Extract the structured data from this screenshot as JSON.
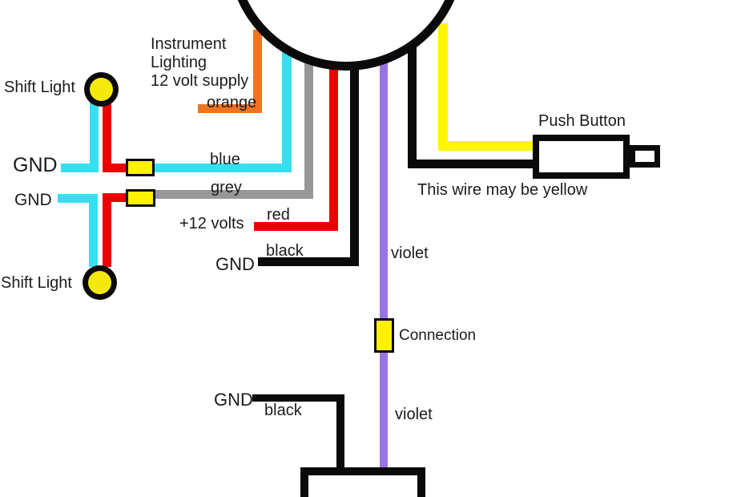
{
  "labels": {
    "shift_light_top": "Shift Light",
    "instrument_line1": "Instrument",
    "instrument_line2": "Lighting",
    "instrument_line3": "12 volt supply",
    "orange": "orange",
    "gnd_1": "GND",
    "blue": "blue",
    "grey": "grey",
    "gnd_2": "GND",
    "plus_12_volts": "+12 volts",
    "red": "red",
    "black_1": "black",
    "gnd_3": "GND",
    "violet_1": "violet",
    "shift_light_bottom": "Shift Light",
    "push_button": "Push Button",
    "yellow_note": "This wire may be yellow",
    "connection": "Connection",
    "gnd_4": "GND",
    "black_2": "black",
    "violet_2": "violet"
  },
  "colors": {
    "wire_orange": "#ee7420",
    "wire_cyan": "#36dff0",
    "wire_grey": "#979797",
    "wire_red": "#ee0000",
    "wire_black": "#0a0a0a",
    "wire_violet": "#9b74e4",
    "wire_yellow": "#fff500",
    "connector_yellow": "#fff100",
    "bulb_yellow": "#f5e90c",
    "outline_black": "#0a0a0a",
    "background": "#ffffff"
  },
  "wires": [
    {
      "name": "orange",
      "hex": "#ee7420",
      "label": "orange",
      "note": "Instrument Lighting 12 volt supply"
    },
    {
      "name": "blue",
      "hex": "#36dff0",
      "label": "blue"
    },
    {
      "name": "grey",
      "hex": "#979797",
      "label": "grey"
    },
    {
      "name": "red",
      "hex": "#ee0000",
      "label": "red",
      "note": "+12 volts"
    },
    {
      "name": "black",
      "hex": "#0a0a0a",
      "label": "black",
      "note": "GND"
    },
    {
      "name": "violet",
      "hex": "#9b74e4",
      "label": "violet"
    },
    {
      "name": "yellow",
      "hex": "#fff500",
      "note": "This wire may be yellow"
    }
  ],
  "components": {
    "gauge": "tachometer gauge (partial circle, top center)",
    "shift_lights": [
      "Shift Light",
      "Shift Light"
    ],
    "inline_connectors": 2,
    "connection": "Connection",
    "push_button": "Push Button",
    "bottom_device": "unlabeled device (bottom, cut off)"
  }
}
